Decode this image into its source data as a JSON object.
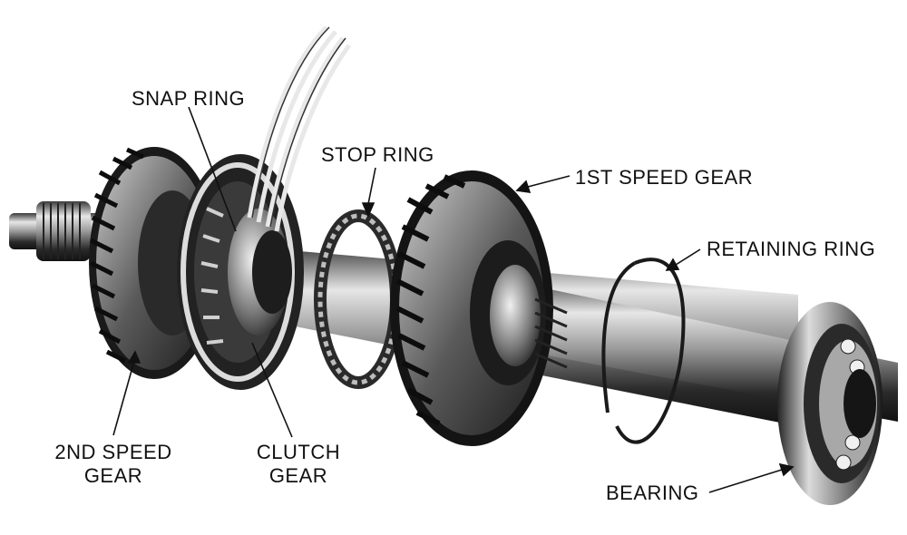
{
  "labels": {
    "snap_ring": "SNAP RING",
    "stop_ring": "STOP RING",
    "first_speed_gear": "1ST SPEED GEAR",
    "retaining_ring": "RETAINING RING",
    "second_speed_gear_line1": "2ND SPEED",
    "second_speed_gear_line2": "GEAR",
    "clutch_gear_line1": "CLUTCH",
    "clutch_gear_line2": "GEAR",
    "bearing": "BEARING"
  },
  "colors": {
    "ink": "#111111",
    "metal_dark": "#1a1a1a",
    "metal_mid": "#6e6e6e",
    "metal_light": "#d8d8d8",
    "background": "#ffffff"
  }
}
